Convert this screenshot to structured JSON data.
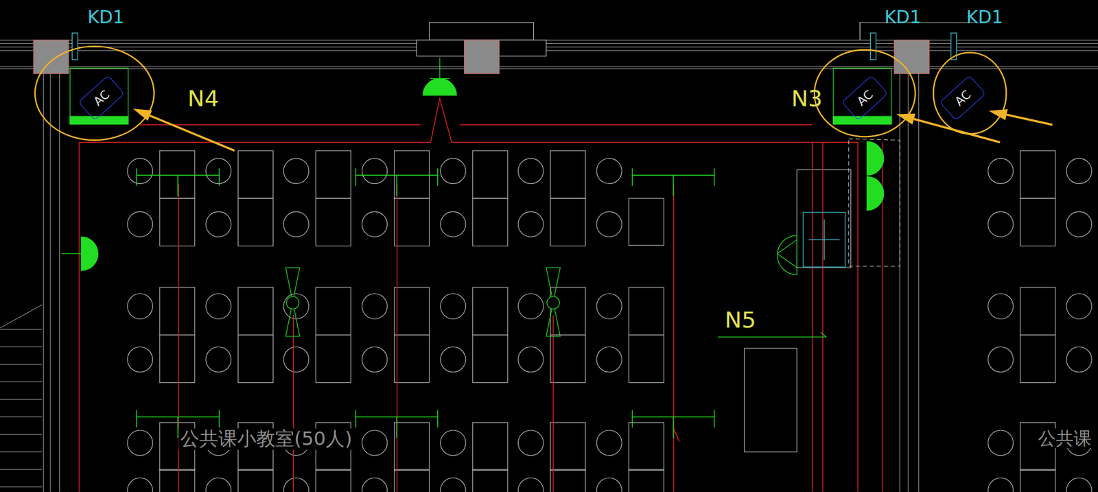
{
  "diagram": {
    "nodes": [
      {
        "text": [
          "AC"
        ]
      },
      {
        "text": [
          "AC"
        ]
      },
      {
        "text": [
          "AC"
        ]
      }
    ],
    "labels": [
      "KD1",
      "KD1",
      "KD1",
      "N4",
      "N3",
      "N5",
      "公共课小教室(50人)",
      "公共课"
    ]
  }
}
